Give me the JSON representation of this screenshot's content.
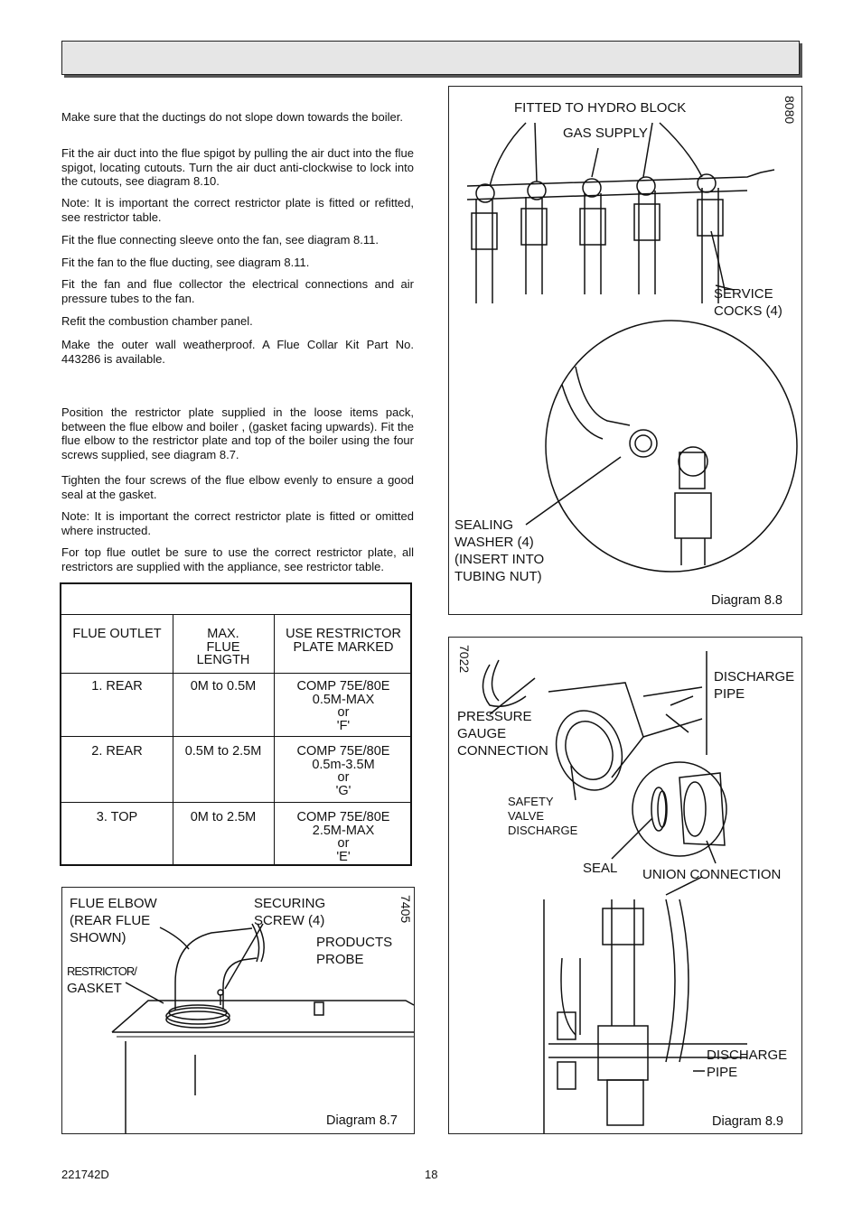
{
  "paragraphs": [
    "Make sure that the ductings do not slope down towards the boiler.",
    "Fit the air duct into the flue spigot by pulling the air duct into the flue spigot, locating cutouts.  Turn the air duct anti-clockwise to lock into the cutouts, see diagram 8.10.",
    "Note: It is important the correct restrictor plate is fitted or refitted, see restrictor table.",
    "Fit the flue connecting sleeve onto the fan, see diagram 8.11.",
    "Fit the fan to the flue ducting, see diagram 8.11.",
    "Fit the fan and flue collector the electrical connections and air pressure tubes to the fan.",
    "Refit the combustion chamber panel.",
    "Make the outer wall weatherproof.  A Flue Collar Kit  Part No. 443286 is available.",
    "Position the restrictor plate supplied in the loose items pack, between the flue elbow and boiler , (gasket facing upwards). Fit the flue elbow to the restrictor plate and top of the boiler using the four screws supplied, see diagram 8.7.",
    "Tighten the four screws of the flue elbow evenly to ensure a good seal at the gasket.",
    "Note: It is important the correct restrictor plate is fitted or omitted where instructed.",
    "For top flue outlet be sure to use the correct restrictor plate, all restrictors are supplied with the appliance, see restrictor table."
  ],
  "table": {
    "headers": [
      "FLUE OUTLET",
      "MAX.\nFLUE\nLENGTH",
      "USE RESTRICTOR\nPLATE MARKED"
    ],
    "rows": [
      [
        "1. REAR",
        "0M to 0.5M",
        "COMP 75E/80E\n0.5M-MAX\nor\n'F'"
      ],
      [
        "2. REAR",
        "0.5M to 2.5M",
        "COMP 75E/80E\n0.5m-3.5M\nor\n'G'"
      ],
      [
        "3. TOP",
        "0M to 2.5M",
        "COMP 75E/80E\n2.5M-MAX\nor\n'E'"
      ]
    ]
  },
  "diagram87": {
    "code": "7405",
    "labels": [
      "FLUE ELBOW\n(REAR FLUE\nSHOWN)",
      "SECURING\nSCREW (4)",
      "PRODUCTS\nPROBE",
      "RESTRICTOR/",
      "GASKET"
    ],
    "caption": "Diagram 8.7"
  },
  "diagram88": {
    "code": "8080",
    "labels": [
      "FITTED TO HYDRO BLOCK",
      "GAS SUPPLY",
      "SERVICE\nCOCKS (4)",
      "SEALING\nWASHER (4)\n(INSERT INTO\nTUBING NUT)"
    ],
    "caption": "Diagram 8.8"
  },
  "diagram89": {
    "code": "7022",
    "labels": [
      "DISCHARGE\nPIPE",
      "PRESSURE\nGAUGE\nCONNECTION",
      "SAFETY\nVALVE\nDISCHARGE",
      "SEAL",
      "UNION CONNECTION",
      "DISCHARGE\nPIPE"
    ],
    "caption": "Diagram 8.9"
  },
  "footer": {
    "doc_number": "221742D",
    "page": "18"
  }
}
